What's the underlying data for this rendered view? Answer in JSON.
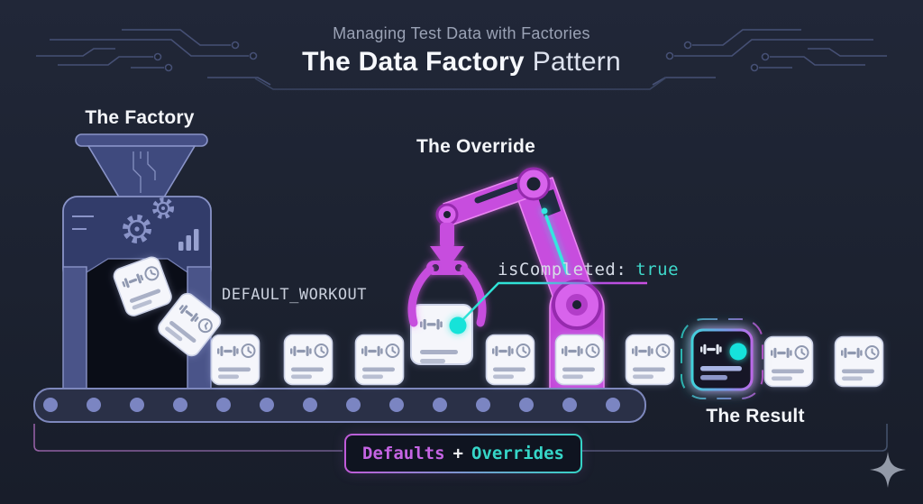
{
  "header": {
    "subtitle": "Managing Test Data with Factories",
    "title_bold": "The Data Factory",
    "title_regular": "Pattern"
  },
  "labels": {
    "factory": "The Factory",
    "override": "The Override",
    "result": "The Result",
    "default_workout": "DEFAULT_WORKOUT"
  },
  "callout": {
    "property": "isCompleted:",
    "value": "true"
  },
  "badge": {
    "defaults": "Defaults",
    "operator": "+",
    "overrides": "Overrides"
  },
  "icons": {
    "circuit-trace-icon": "PCB traces with node dots",
    "funnel-icon": "factory hopper funnel",
    "gear-icon": "outlined gear wheels",
    "bar-chart-icon": "three rising bars",
    "dumbbell-icon": "barbell glyph on workout cards",
    "clock-icon": "circle with clock hands",
    "robot-arm-icon": "magenta robotic override arm",
    "override-dot-icon": "glowing cyan injected value dot",
    "conveyor-belt-icon": "belt with rollers",
    "sparkle-icon": "four-point star"
  },
  "colors": {
    "background": "#1d2331",
    "accent_magenta": "#c94fe0",
    "accent_cyan": "#2fd9c9",
    "card_white": "#f5f6fb",
    "factory_blue": "#8a94c8",
    "text_primary": "#f2f4f8",
    "text_muted": "#9aa2b5",
    "code_text": "#d5dbe6"
  }
}
